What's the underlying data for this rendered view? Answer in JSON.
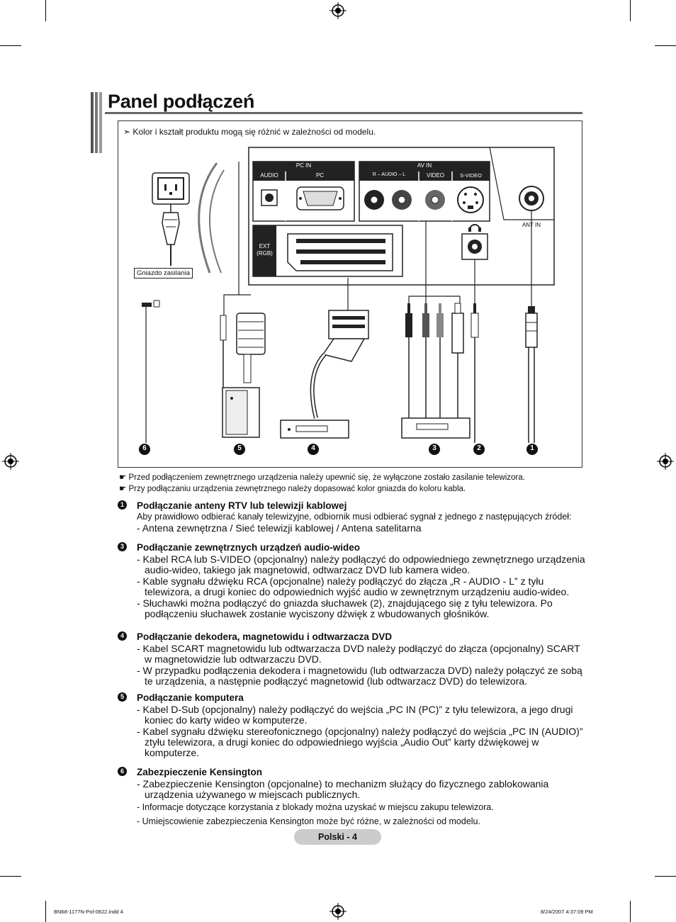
{
  "page_title": "Panel podłączeń",
  "diagram": {
    "note": "➣ Kolor i kształt produktu mogą się różnić w zależności od modelu.",
    "labels": {
      "pc_in": "PC IN",
      "audio": "AUDIO",
      "pc": "PC",
      "av_in": "AV IN",
      "r_audio_l": "R – AUDIO – L",
      "video": "VIDEO",
      "s_video": "S-VIDEO",
      "ant_in": "ANT IN",
      "ext": "EXT",
      "rgb": "(RGB)",
      "power_socket": "Gniazdo zasilania"
    },
    "callouts": [
      "6",
      "5",
      "4",
      "3",
      "2",
      "1"
    ]
  },
  "panel_notes": [
    "☛ Przed podłączeniem zewnętrznego urządzenia należy upewnić się, że wyłączone zostało zasilanie telewizora.",
    "☛ Przy podłączaniu urządzenia zewnętrznego należy dopasować kolor gniazda do koloru kabla."
  ],
  "sections": {
    "s1": {
      "num": "1",
      "title": "Podłączanie anteny RTV lub telewizji kablowej",
      "text": "Aby prawidłowo odbierać kanały telewizyjne, odbiornik musi odbierać sygnał z jednego z następujących źródeł:",
      "text2": "- Antena zewnętrzna / Sieć telewizji kablowej / Antena satelitarna"
    },
    "s3": {
      "num": "3",
      "title": "Podłączanie zewnętrznych urządzeń audio-wideo",
      "b1": "- Kabel RCA lub S-VIDEO (opcjonalny) należy podłączyć do odpowiedniego zewnętrznego urządzenia audio-wideo, takiego jak magnetowid, odtwarzacz DVD lub kamera wideo.",
      "b2": "- Kable sygnału dźwięku RCA (opcjonalne) należy podłączyć do złącza „R - AUDIO - L” z tyłu telewizora, a drugi koniec do odpowiednich wyjść audio w zewnętrznym urządzeniu audio-wideo.",
      "b3": "- Słuchawki można podłączyć do gniazda słuchawek (2), znajdującego się z tyłu telewizora. Po podłączeniu słuchawek zostanie wyciszony dźwięk z wbudowanych głośników."
    },
    "s4": {
      "num": "4",
      "title": "Podłączanie dekodera, magnetowidu i odtwarzacza DVD",
      "b1": "- Kabel SCART magnetowidu lub odtwarzacza DVD należy podłączyć do złącza (opcjonalny) SCART w magnetowidzie lub odtwarzaczu DVD.",
      "b2": "- W przypadku podłączenia dekodera i magnetowidu (lub odtwarzacza DVD) należy połączyć ze sobą te urządzenia, a następnie podłączyć magnetowid (lub odtwarzacz DVD) do telewizora."
    },
    "s5": {
      "num": "5",
      "title": "Podłączanie komputera",
      "b1": "- Kabel D-Sub (opcjonalny) należy podłączyć do wejścia „PC IN (PC)” z tyłu telewizora, a jego drugi koniec do karty wideo w komputerze.",
      "b2": "- Kabel sygnału dźwięku stereofonicznego (opcjonalny) należy podłączyć do wejścia „PC IN (AUDIO)” ztyłu telewizora, a drugi koniec do odpowiedniego wyjścia „Audio Out” karty dźwiękowej w komputerze."
    },
    "s6": {
      "num": "6",
      "title": "Zabezpieczenie Kensington",
      "b1": "- Zabezpieczenie Kensington (opcjonalne) to mechanizm służący do fizycznego zablokowania urządzenia używanego w miejscach publicznych.",
      "b2": "- Informacje dotyczące korzystania z blokady można uzyskać w miejscu zakupu telewizora.",
      "b3": "- Umiejscowienie zabezpieczenia Kensington może być różne, w zależności od modelu."
    }
  },
  "footer": {
    "page_label": "Polski - 4",
    "file": "BN68-1177N-Pol-0822.indd   4",
    "timestamp": "8/24/2007   4:37:09 PM"
  }
}
